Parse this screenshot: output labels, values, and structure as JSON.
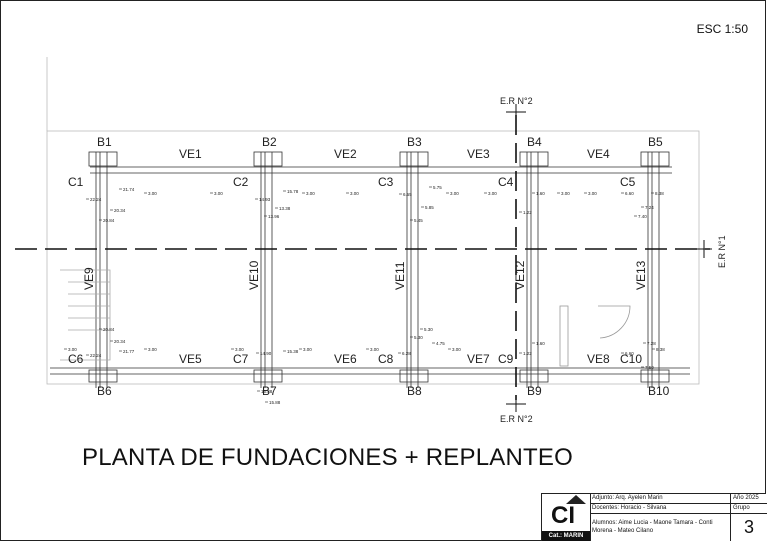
{
  "scale_label": "ESC 1:50",
  "title": "PLANTA DE FUNDACIONES + REPLANTEO",
  "sections": {
    "top": "E.R N°2",
    "bottom": "E.R N°2",
    "right": "E.R N°1"
  },
  "bases_top": [
    "B1",
    "B2",
    "B3",
    "B4",
    "B5"
  ],
  "bases_bottom": [
    "B6",
    "B7",
    "B8",
    "B9",
    "B10"
  ],
  "columns_top": [
    "C1",
    "C2",
    "C3",
    "C4",
    "C5"
  ],
  "columns_bottom": [
    "C6",
    "C7",
    "C8",
    "C9",
    "C10"
  ],
  "beams_top": [
    "VE1",
    "VE2",
    "VE3",
    "VE4"
  ],
  "beams_bottom": [
    "VE5",
    "VE6",
    "VE7",
    "VE8"
  ],
  "beams_vertical": [
    "VE9",
    "VE10",
    "VE11",
    "VE12",
    "VE13"
  ],
  "dimensions": [
    "21.74",
    "3.00",
    "22.24",
    "20.34",
    "20.84",
    "3.00",
    "15.78",
    "3.00",
    "14.93",
    "13.38",
    "13.96",
    "3.00",
    "5.75",
    "3.00",
    "6.55",
    "5.85",
    "5.45",
    "3.00",
    "1.60",
    "3.00",
    "1.22",
    "3.00",
    "6.60",
    "8.38",
    "7.24",
    "7.40",
    "20.84",
    "20.34",
    "3.00",
    "22.24",
    "21.77",
    "3.00",
    "3.00",
    "14.90",
    "15.38",
    "3.00",
    "15.38",
    "15.88",
    "5.30",
    "5.30",
    "3.00",
    "6.28",
    "4.75",
    "3.00",
    "1.60",
    "1.22",
    "7.28",
    "6.60",
    "8.38",
    "7.50"
  ],
  "titleblock": {
    "adjunto": "Adjunto: Arq. Ayelen Marin",
    "docentes": "Docentes: Horacio - Silvana",
    "alumnos": "Alumnos: Aime Lucia - Maone Tamara - Conti Morena - Mateo Cilano",
    "anio": "Año 2025",
    "grupo_label": "Grupo",
    "grupo": "3",
    "logo_text": "CI",
    "logo_band": "Cat.: MARIN"
  }
}
